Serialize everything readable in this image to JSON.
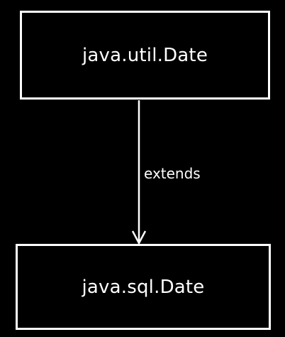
{
  "diagram": {
    "parent_class": "java.util.Date",
    "child_class": "java.sql.Date",
    "relation_label": "extends"
  },
  "colors": {
    "background": "#000000",
    "foreground": "#ffffff"
  }
}
